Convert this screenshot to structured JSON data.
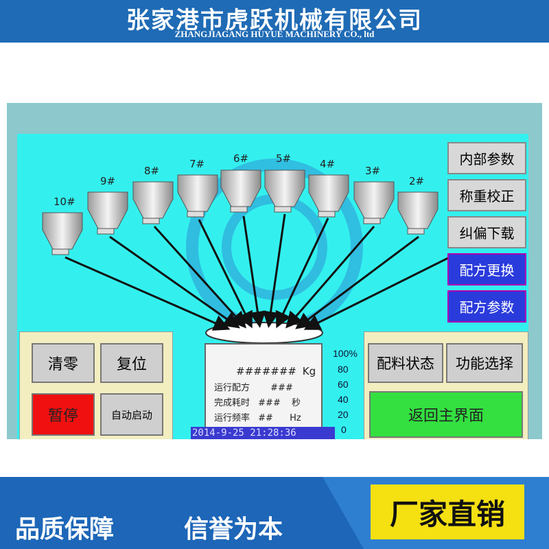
{
  "header": {
    "company_cn": "张家港市虎跃机械有限公司",
    "company_en": "ZHANGJIAGANG HUYUE MACHINERY CO., ltd"
  },
  "hoppers": [
    "10#",
    "9#",
    "8#",
    "7#",
    "6#",
    "5#",
    "4#",
    "3#",
    "2#"
  ],
  "side_menu": [
    {
      "label": "内部参数",
      "style": "grey"
    },
    {
      "label": "称重校正",
      "style": "grey"
    },
    {
      "label": "纠偏下载",
      "style": "grey"
    },
    {
      "label": "配方更换",
      "style": "blue"
    },
    {
      "label": "配方参数",
      "style": "blue"
    }
  ],
  "left_panel": {
    "clear": "清零",
    "reset": "复位",
    "pause": "暂停",
    "auto_start": "自动启动"
  },
  "readout": {
    "weight": "#######",
    "weight_unit": "Kg",
    "recipe_label": "运行配方",
    "recipe_value": "###",
    "time_label": "完成耗时",
    "time_value": "###",
    "time_unit": "秒",
    "freq_label": "运行频率",
    "freq_value": "##",
    "freq_unit": "Hz",
    "datetime": "2014-9-25  21:28:36"
  },
  "scale": [
    "100%",
    "80",
    "60",
    "40",
    "20",
    "0"
  ],
  "right_panel": {
    "batch_status": "配料状态",
    "function_select": "功能选择",
    "return_main": "返回主界面"
  },
  "footer": {
    "slogan_1": "品质保障",
    "slogan_2": "信誉为本",
    "direct_sale": "厂家直销"
  },
  "colors": {
    "screen": "#33f0ee",
    "brand_blue": "#1f6bb5",
    "pause_red": "#f01010",
    "return_green": "#33e040",
    "menu_blue": "#2a3bdc",
    "badge_yellow": "#f5e012"
  }
}
